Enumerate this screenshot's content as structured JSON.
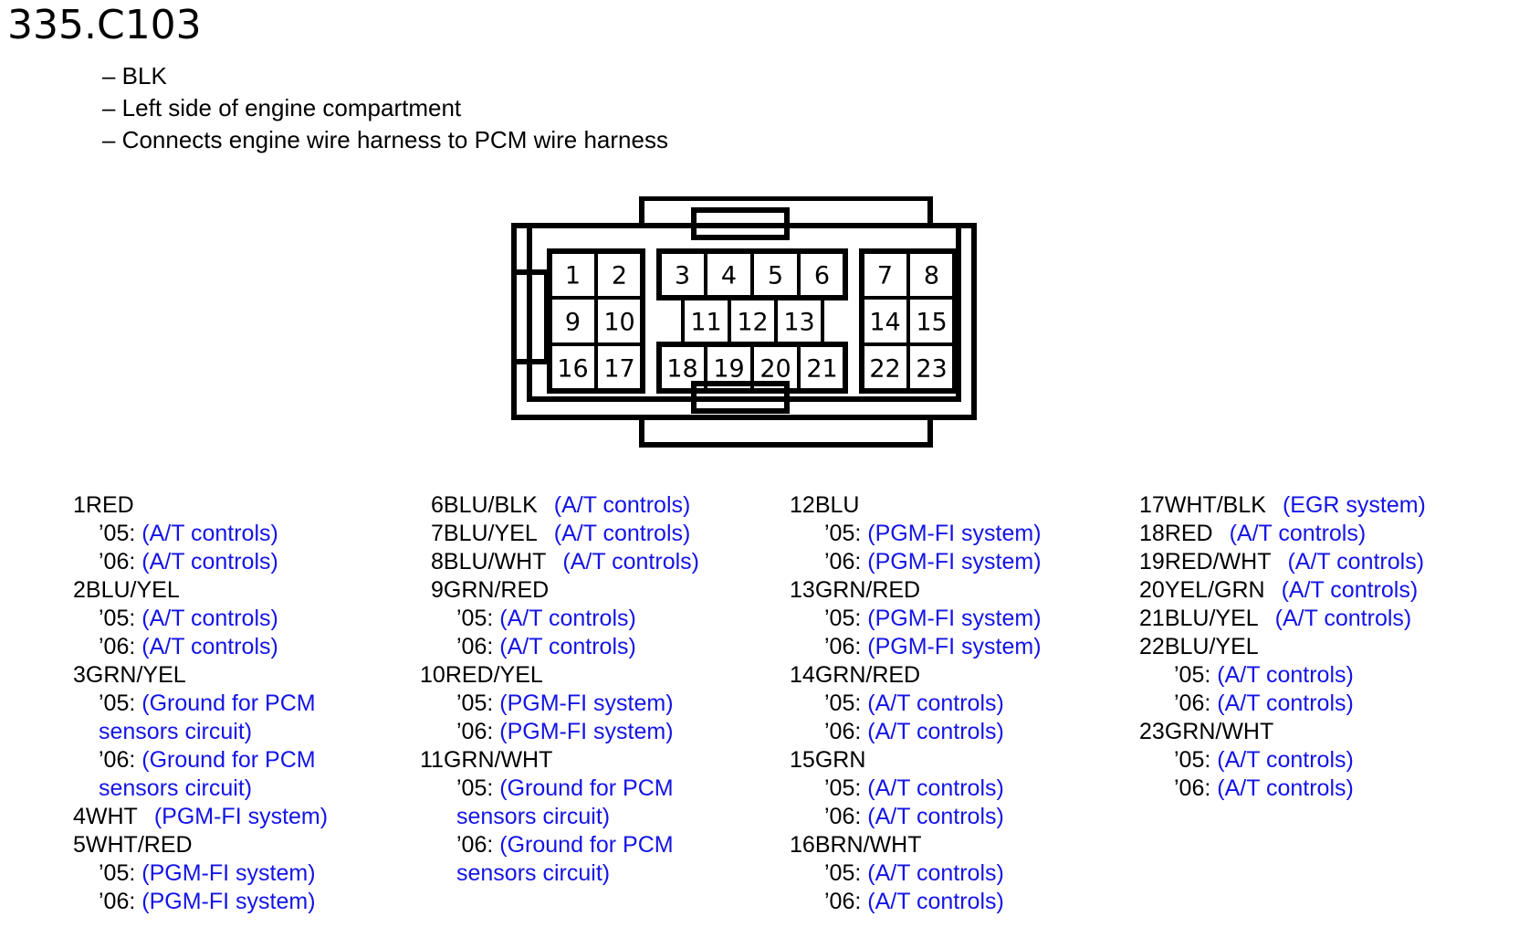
{
  "connector": {
    "id": "335.C103",
    "details": [
      "– BLK",
      "– Left side of engine compartment",
      "– Connects engine wire harness to PCM wire harness"
    ],
    "pins": [
      "1",
      "2",
      "3",
      "4",
      "5",
      "6",
      "7",
      "8",
      "9",
      "10",
      "11",
      "12",
      "13",
      "14",
      "15",
      "16",
      "17",
      "18",
      "19",
      "20",
      "21",
      "22",
      "23"
    ]
  },
  "pins": [
    {
      "pin": "1",
      "wire": "RED",
      "lines": [
        {
          "year": "’05:",
          "system": "(A/T controls)"
        },
        {
          "year": "’06:",
          "system": "(A/T controls)"
        }
      ]
    },
    {
      "pin": "2",
      "wire": "BLU/YEL",
      "lines": [
        {
          "year": "’05:",
          "system": "(A/T controls)"
        },
        {
          "year": "’06:",
          "system": "(A/T controls)"
        }
      ]
    },
    {
      "pin": "3",
      "wire": "GRN/YEL",
      "lines": [
        {
          "year": "’05:",
          "system": "(Ground for PCM",
          "cont": "sensors circuit)"
        },
        {
          "year": "’06:",
          "system": "(Ground for PCM",
          "cont": "sensors circuit)"
        }
      ]
    },
    {
      "pin": "4",
      "wire": "WHT",
      "system": "(PGM-FI system)"
    },
    {
      "pin": "5",
      "wire": "WHT/RED",
      "lines": [
        {
          "year": "’05:",
          "system": "(PGM-FI system)"
        },
        {
          "year": "’06:",
          "system": "(PGM-FI system)"
        }
      ]
    },
    {
      "pin": "6",
      "wire": "BLU/BLK",
      "system": "(A/T controls)"
    },
    {
      "pin": "7",
      "wire": "BLU/YEL",
      "system": "(A/T controls)"
    },
    {
      "pin": "8",
      "wire": "BLU/WHT",
      "system": "(A/T controls)"
    },
    {
      "pin": "9",
      "wire": "GRN/RED",
      "lines": [
        {
          "year": "’05:",
          "system": "(A/T controls)"
        },
        {
          "year": "’06:",
          "system": "(A/T controls)"
        }
      ]
    },
    {
      "pin": "10",
      "wire": "RED/YEL",
      "lines": [
        {
          "year": "’05:",
          "system": "(PGM-FI system)"
        },
        {
          "year": "’06:",
          "system": "(PGM-FI system)"
        }
      ]
    },
    {
      "pin": "11",
      "wire": "GRN/WHT",
      "lines": [
        {
          "year": "’05:",
          "system": "(Ground for PCM",
          "cont": "sensors circuit)"
        },
        {
          "year": "’06:",
          "system": "(Ground for PCM",
          "cont": "sensors circuit)"
        }
      ]
    },
    {
      "pin": "12",
      "wire": "BLU",
      "lines": [
        {
          "year": "’05:",
          "system": "(PGM-FI system)"
        },
        {
          "year": "’06:",
          "system": "(PGM-FI system)"
        }
      ]
    },
    {
      "pin": "13",
      "wire": "GRN/RED",
      "lines": [
        {
          "year": "’05:",
          "system": "(PGM-FI system)"
        },
        {
          "year": "’06:",
          "system": "(PGM-FI system)"
        }
      ]
    },
    {
      "pin": "14",
      "wire": "GRN/RED",
      "lines": [
        {
          "year": "’05:",
          "system": "(A/T controls)"
        },
        {
          "year": "’06:",
          "system": "(A/T controls)"
        }
      ]
    },
    {
      "pin": "15",
      "wire": "GRN",
      "lines": [
        {
          "year": "’05:",
          "system": "(A/T controls)"
        },
        {
          "year": "’06:",
          "system": "(A/T controls)"
        }
      ]
    },
    {
      "pin": "16",
      "wire": "BRN/WHT",
      "lines": [
        {
          "year": "’05:",
          "system": "(A/T controls)"
        },
        {
          "year": "’06:",
          "system": "(A/T controls)"
        }
      ]
    },
    {
      "pin": "17",
      "wire": "WHT/BLK",
      "system": "(EGR system)"
    },
    {
      "pin": "18",
      "wire": "RED",
      "system": "(A/T controls)"
    },
    {
      "pin": "19",
      "wire": "RED/WHT",
      "system": "(A/T controls)"
    },
    {
      "pin": "20",
      "wire": "YEL/GRN",
      "system": "(A/T controls)"
    },
    {
      "pin": "21",
      "wire": "BLU/YEL",
      "system": "(A/T controls)"
    },
    {
      "pin": "22",
      "wire": "BLU/YEL",
      "lines": [
        {
          "year": "’05:",
          "system": "(A/T controls)"
        },
        {
          "year": "’06:",
          "system": "(A/T controls)"
        }
      ]
    },
    {
      "pin": "23",
      "wire": "GRN/WHT",
      "lines": [
        {
          "year": "’05:",
          "system": "(A/T controls)"
        },
        {
          "year": "’06:",
          "system": "(A/T controls)"
        }
      ]
    }
  ],
  "colors": {
    "text": "#000000",
    "system": "#1414e6",
    "outline": "#000000"
  }
}
